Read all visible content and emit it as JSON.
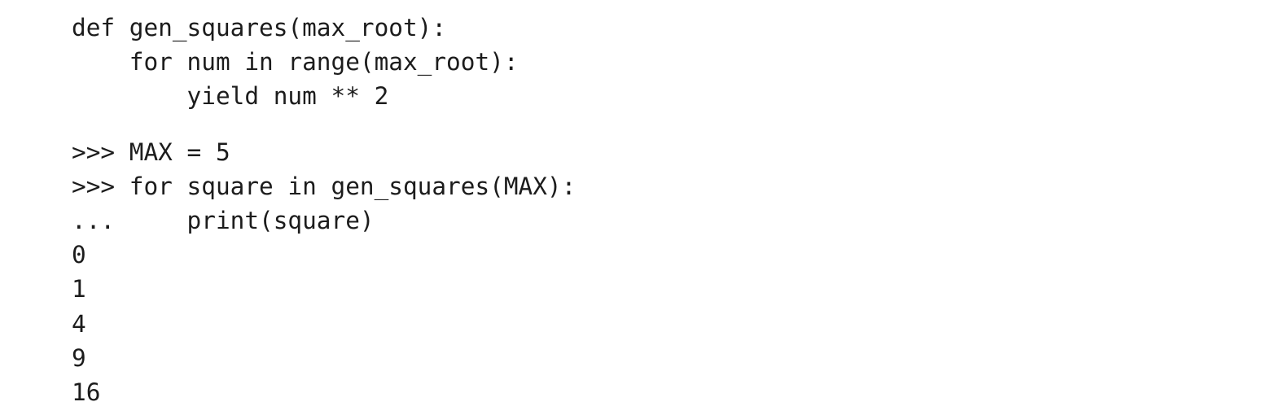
{
  "definition": [
    "def gen_squares(max_root):",
    "    for num in range(max_root):",
    "        yield num ** 2"
  ],
  "session": [
    ">>> MAX = 5",
    ">>> for square in gen_squares(MAX):",
    "...     print(square)",
    "0",
    "1",
    "4",
    "9",
    "16"
  ]
}
